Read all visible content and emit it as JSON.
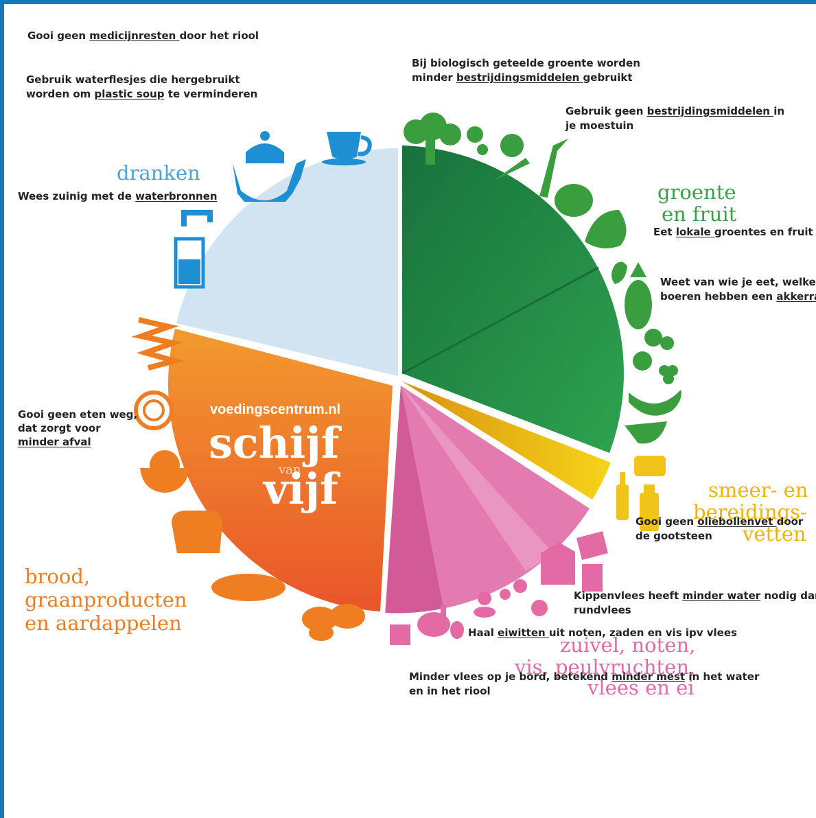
{
  "brand": {
    "url": "voedingscentrum.nl",
    "word1": "schijf",
    "small": "van",
    "word2": "vijf"
  },
  "categories": {
    "drinks": "dranken",
    "veg_line1": "groente",
    "veg_line2": "en fruit",
    "fats_line1": "smeer- en",
    "fats_line2": "bereidings-",
    "fats_line3": "vetten",
    "dairy_line1": "zuivel, noten,",
    "dairy_line2": "vis, peulvruchten,",
    "dairy_line3": "vlees en ei",
    "bread_line1": "brood,",
    "bread_line2": "graanproducten",
    "bread_line3": "en aardappelen"
  },
  "colors": {
    "drinks": "#cfe3f1",
    "veg": "#1f8a4c",
    "fats": "#f0c418",
    "dairy": "#e0689e",
    "bread": "#f0782a",
    "drinks_text": "#4aa3d8",
    "veg_text": "#37a04a",
    "fats_text": "#f0b400",
    "dairy_text": "#e36aa4",
    "bread_text": "#ef7d22",
    "frame": "#1479b8"
  },
  "notes": {
    "n1": {
      "a": "Gooi geen ",
      "u": "medicijnresten ",
      "b": "door het riool"
    },
    "n2": {
      "a": "Gebruik waterflesjes die hergebruikt"
    },
    "n2b": {
      "a": "worden om ",
      "u": "plastic soup",
      "b": " te verminderen"
    },
    "n3": {
      "a": "Bij biologisch geteelde groente worden"
    },
    "n3b": {
      "a": "minder ",
      "u": "bestrijdingsmiddelen ",
      "b": "gebruikt"
    },
    "n4": {
      "a": "Gebruik geen ",
      "u": "bestrijdingsmiddelen ",
      "b": "in"
    },
    "n4b": {
      "a": "je moestuin"
    },
    "n5": {
      "a": "Wees zuinig met de ",
      "u": "waterbronnen"
    },
    "n6": {
      "a": "Eet ",
      "u": "lokale ",
      "b": "groentes en fruit"
    },
    "n7": {
      "a": "Weet van wie je eet, welke"
    },
    "n7b": {
      "a": "boeren hebben een ",
      "u": "akkerran"
    },
    "n8": {
      "a": "Gooi geen eten weg,"
    },
    "n8b": {
      "a": "dat zorgt voor"
    },
    "n8c": {
      "u": "minder afval"
    },
    "n9": {
      "a": "Gooi geen ",
      "u": "oliebollenvet ",
      "b": "door"
    },
    "n9b": {
      "a": "de gootsteen"
    },
    "n10": {
      "a": "Kippenvlees heeft ",
      "u": "minder water",
      "b": " nodig dan"
    },
    "n10b": {
      "a": "rundvlees"
    },
    "n11": {
      "a": "Haal ",
      "u": "eiwitten ",
      "b": "uit noten, zaden en vis ipv vlees"
    },
    "n12": {
      "a": "Minder vlees op je bord, betekend ",
      "u": "minder mest",
      "b": " in het water"
    },
    "n12b": {
      "a": "en in het riool"
    }
  }
}
